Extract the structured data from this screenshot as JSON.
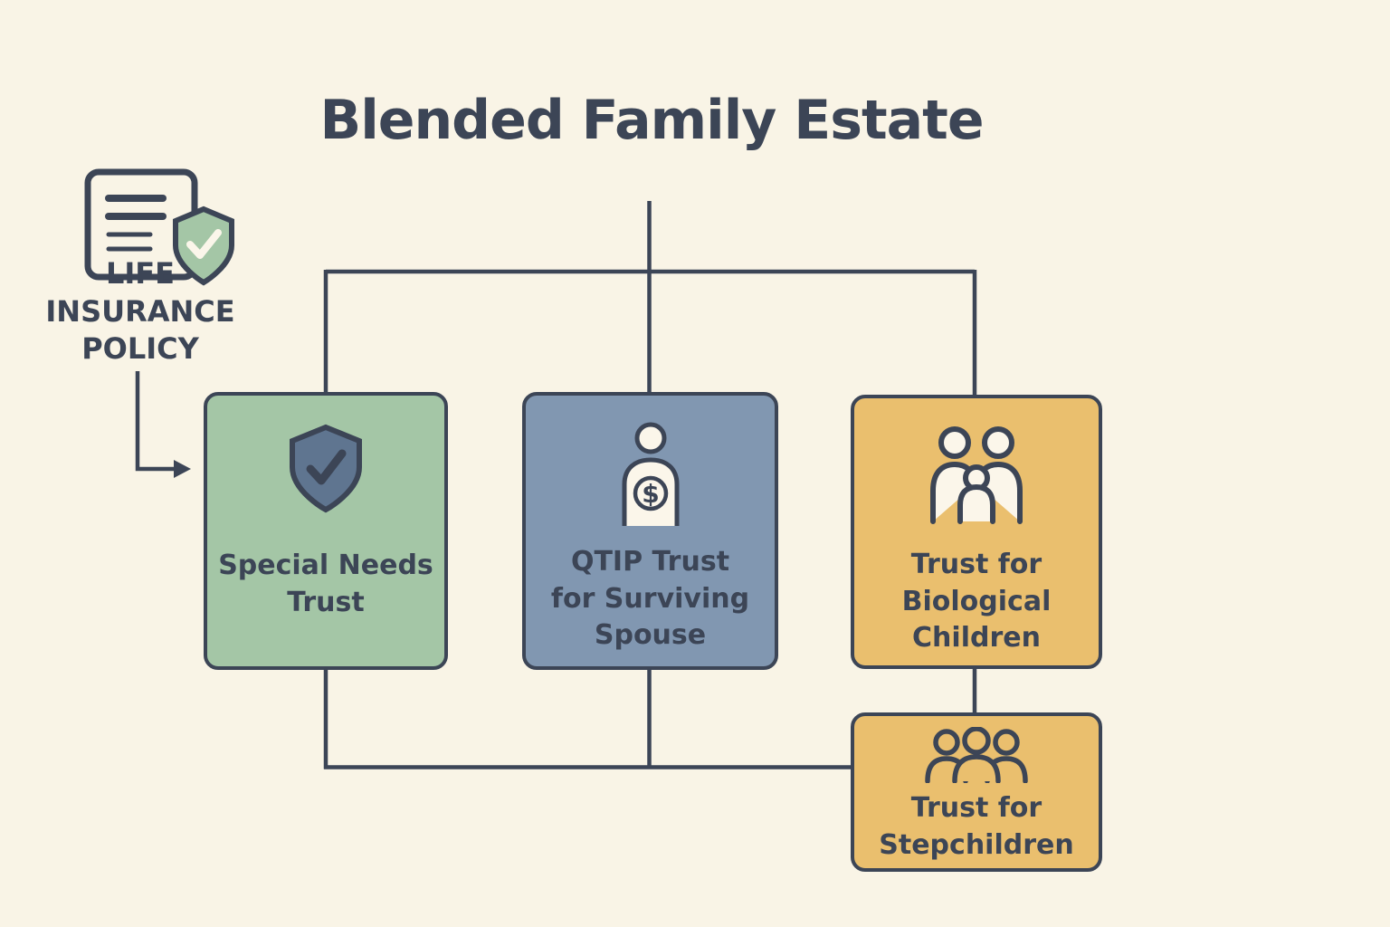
{
  "title": "Blended Family Estate",
  "colors": {
    "background": "#f9f4e6",
    "line": "#3c4556",
    "text": "#3c4556",
    "green_box": "#a4c6a6",
    "blue_box": "#8197b1",
    "yellow_box": "#eabf6e",
    "icon_fill": "#fbf6ea",
    "shield_fill": "#5f7590"
  },
  "life_insurance": {
    "label": "LIFE\nINSURANCE\nPOLICY",
    "icons": [
      "document-icon",
      "shield-check-icon"
    ]
  },
  "nodes": [
    {
      "id": "special-needs-trust",
      "label": "Special Needs\nTrust",
      "icon": "shield-check-icon",
      "color": "green"
    },
    {
      "id": "qtip-trust",
      "label": "QTIP Trust\nfor Surviving\nSpouse",
      "icon": "person-dollar-icon",
      "color": "blue"
    },
    {
      "id": "biological-children-trust",
      "label": "Trust for\nBiological\nChildren",
      "icon": "family-icon",
      "color": "yellow"
    },
    {
      "id": "stepchildren-trust",
      "label": "Trust for\nStepchildren",
      "icon": "group-icon",
      "color": "yellow"
    }
  ]
}
